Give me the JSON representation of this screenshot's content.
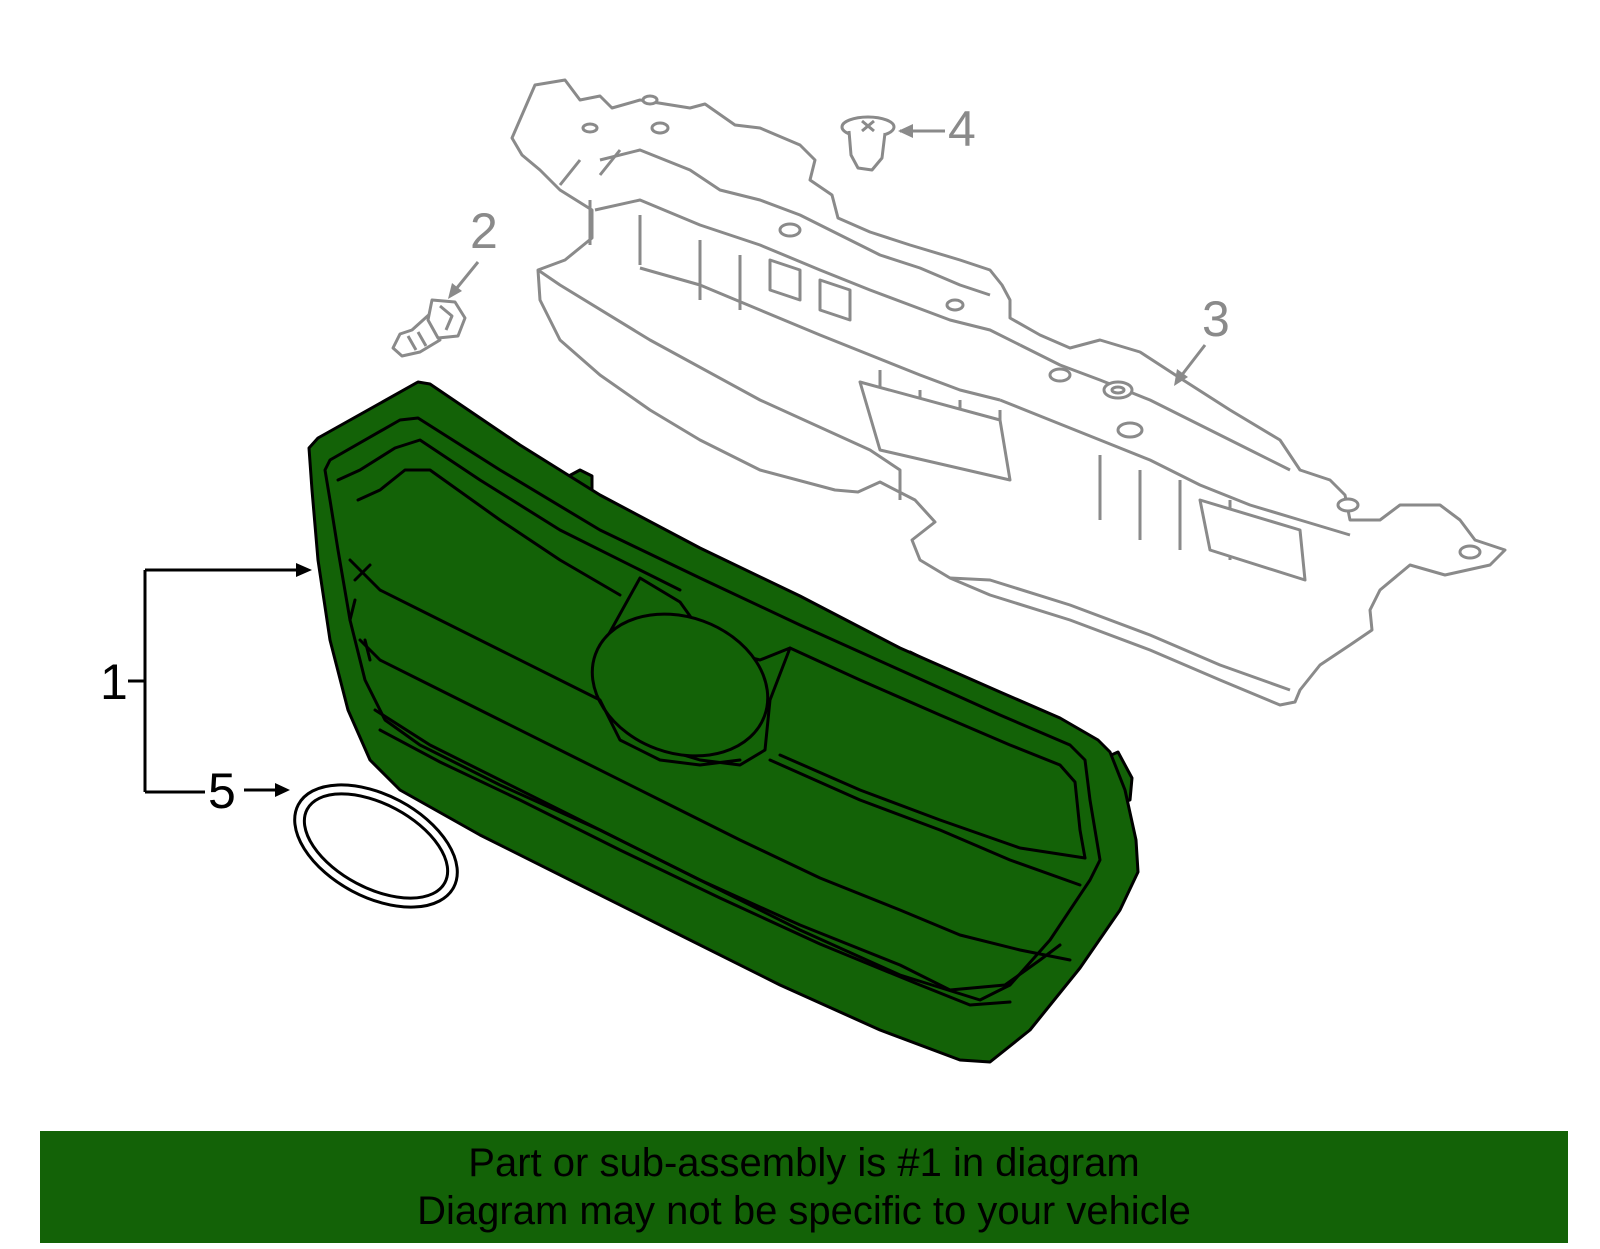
{
  "diagram": {
    "colors": {
      "highlight_fill": "#136207",
      "outline_black": "#000000",
      "outline_grey": "#8a8a8a",
      "background": "#ffffff"
    },
    "callouts": {
      "part_1": "1",
      "part_2": "2",
      "part_3": "3",
      "part_4": "4",
      "part_5": "5"
    },
    "highlighted_part": "1"
  },
  "footer": {
    "line1": "Part or sub-assembly is #1 in diagram",
    "line2": "Diagram may not be specific to your vehicle"
  }
}
